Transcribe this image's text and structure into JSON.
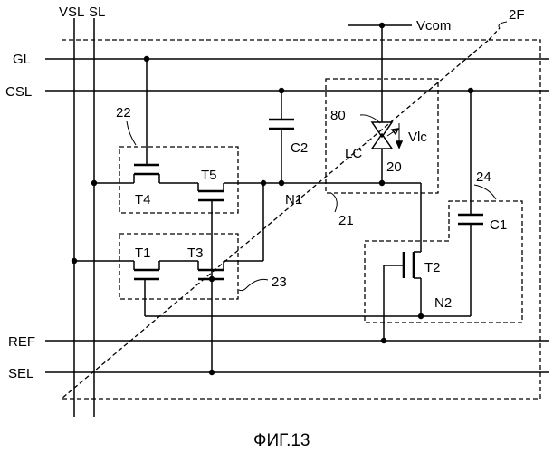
{
  "signals": {
    "vsl": "VSL",
    "sl": "SL",
    "gl": "GL",
    "csl": "CSL",
    "ref": "REF",
    "sel": "SEL",
    "vcom": "Vcom"
  },
  "blocks": {
    "pixel": "2F",
    "pixel_circuit_22": "22",
    "pixel_circuit_23": "23",
    "pixel_circuit_24": "24",
    "liquid_crystal_element": "20",
    "region_21": "21"
  },
  "components": {
    "t1": "T1",
    "t2": "T2",
    "t3": "T3",
    "t4": "T4",
    "t5": "T5",
    "c1": "C1",
    "c2": "C2",
    "lc": "LC",
    "lc_ref": "80",
    "vlc": "Vlc"
  },
  "nodes": {
    "n1": "N1",
    "n2": "N2"
  },
  "caption": "ФИГ.13"
}
